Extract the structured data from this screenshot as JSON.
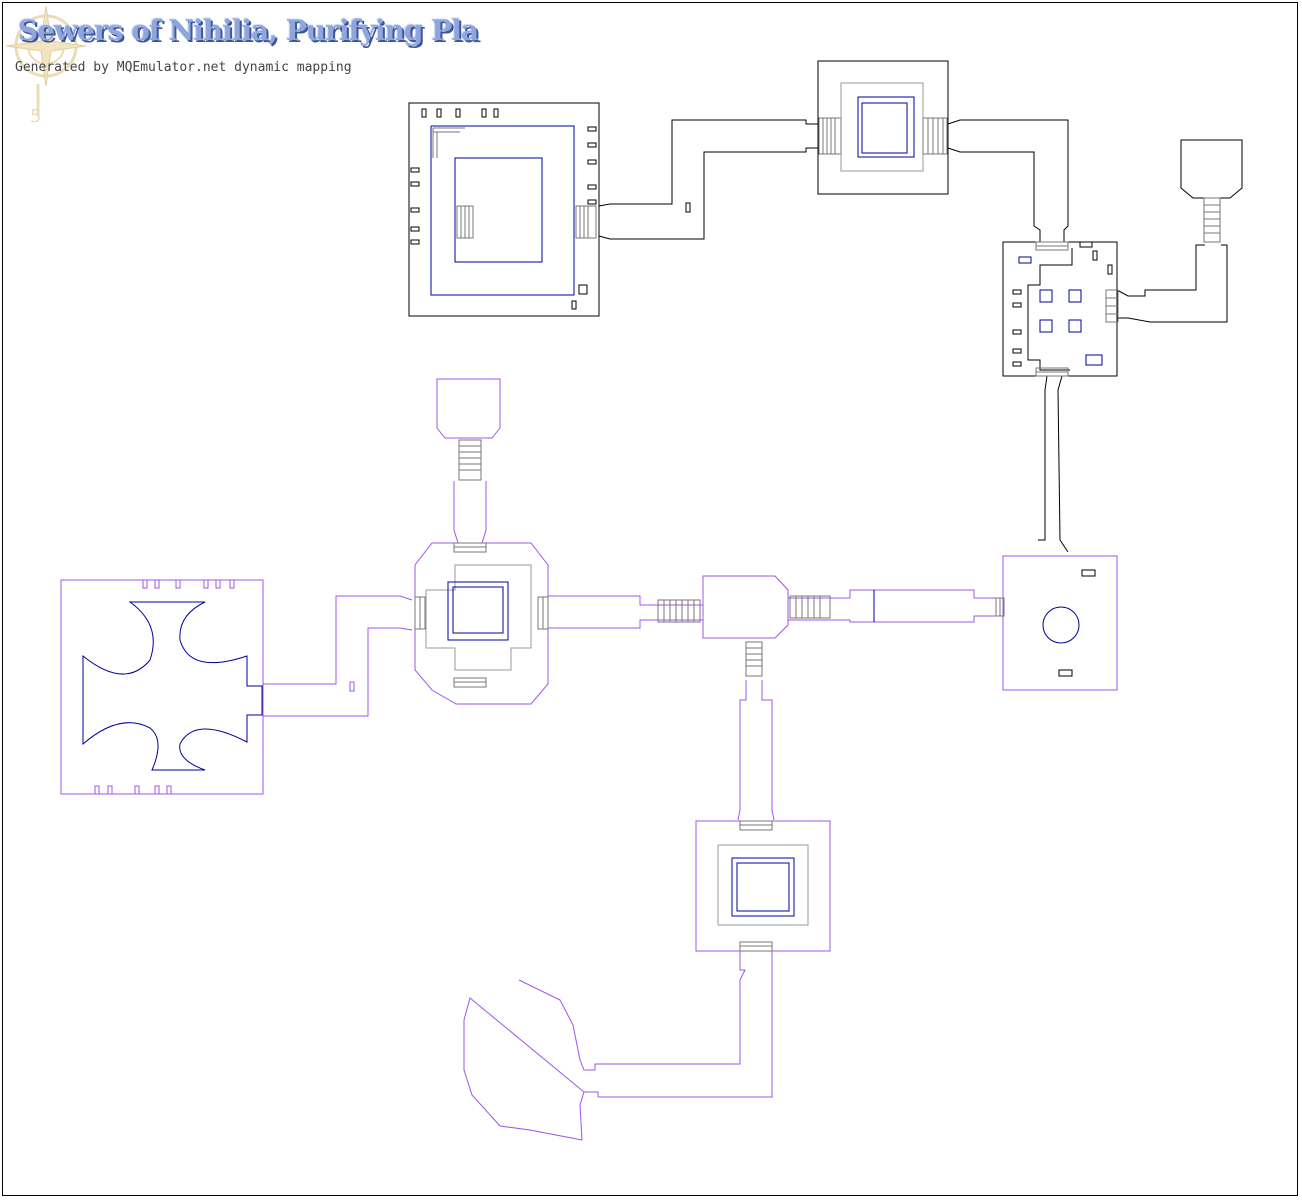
{
  "map": {
    "title": "Sewers of Nihilia, Purifying Pla",
    "subtitle": "Generated by MQEmulator.net dynamic mapping",
    "colors": {
      "upper_level_walls": "#000000",
      "lower_level_walls": "#a055e6",
      "water_pools": "#0000a0",
      "platforms": "#999999",
      "stairs": "#888888",
      "title": "#8ea6dd",
      "emblem": "#d9c27a"
    },
    "icons": [
      "compass-rose-emblem"
    ]
  }
}
